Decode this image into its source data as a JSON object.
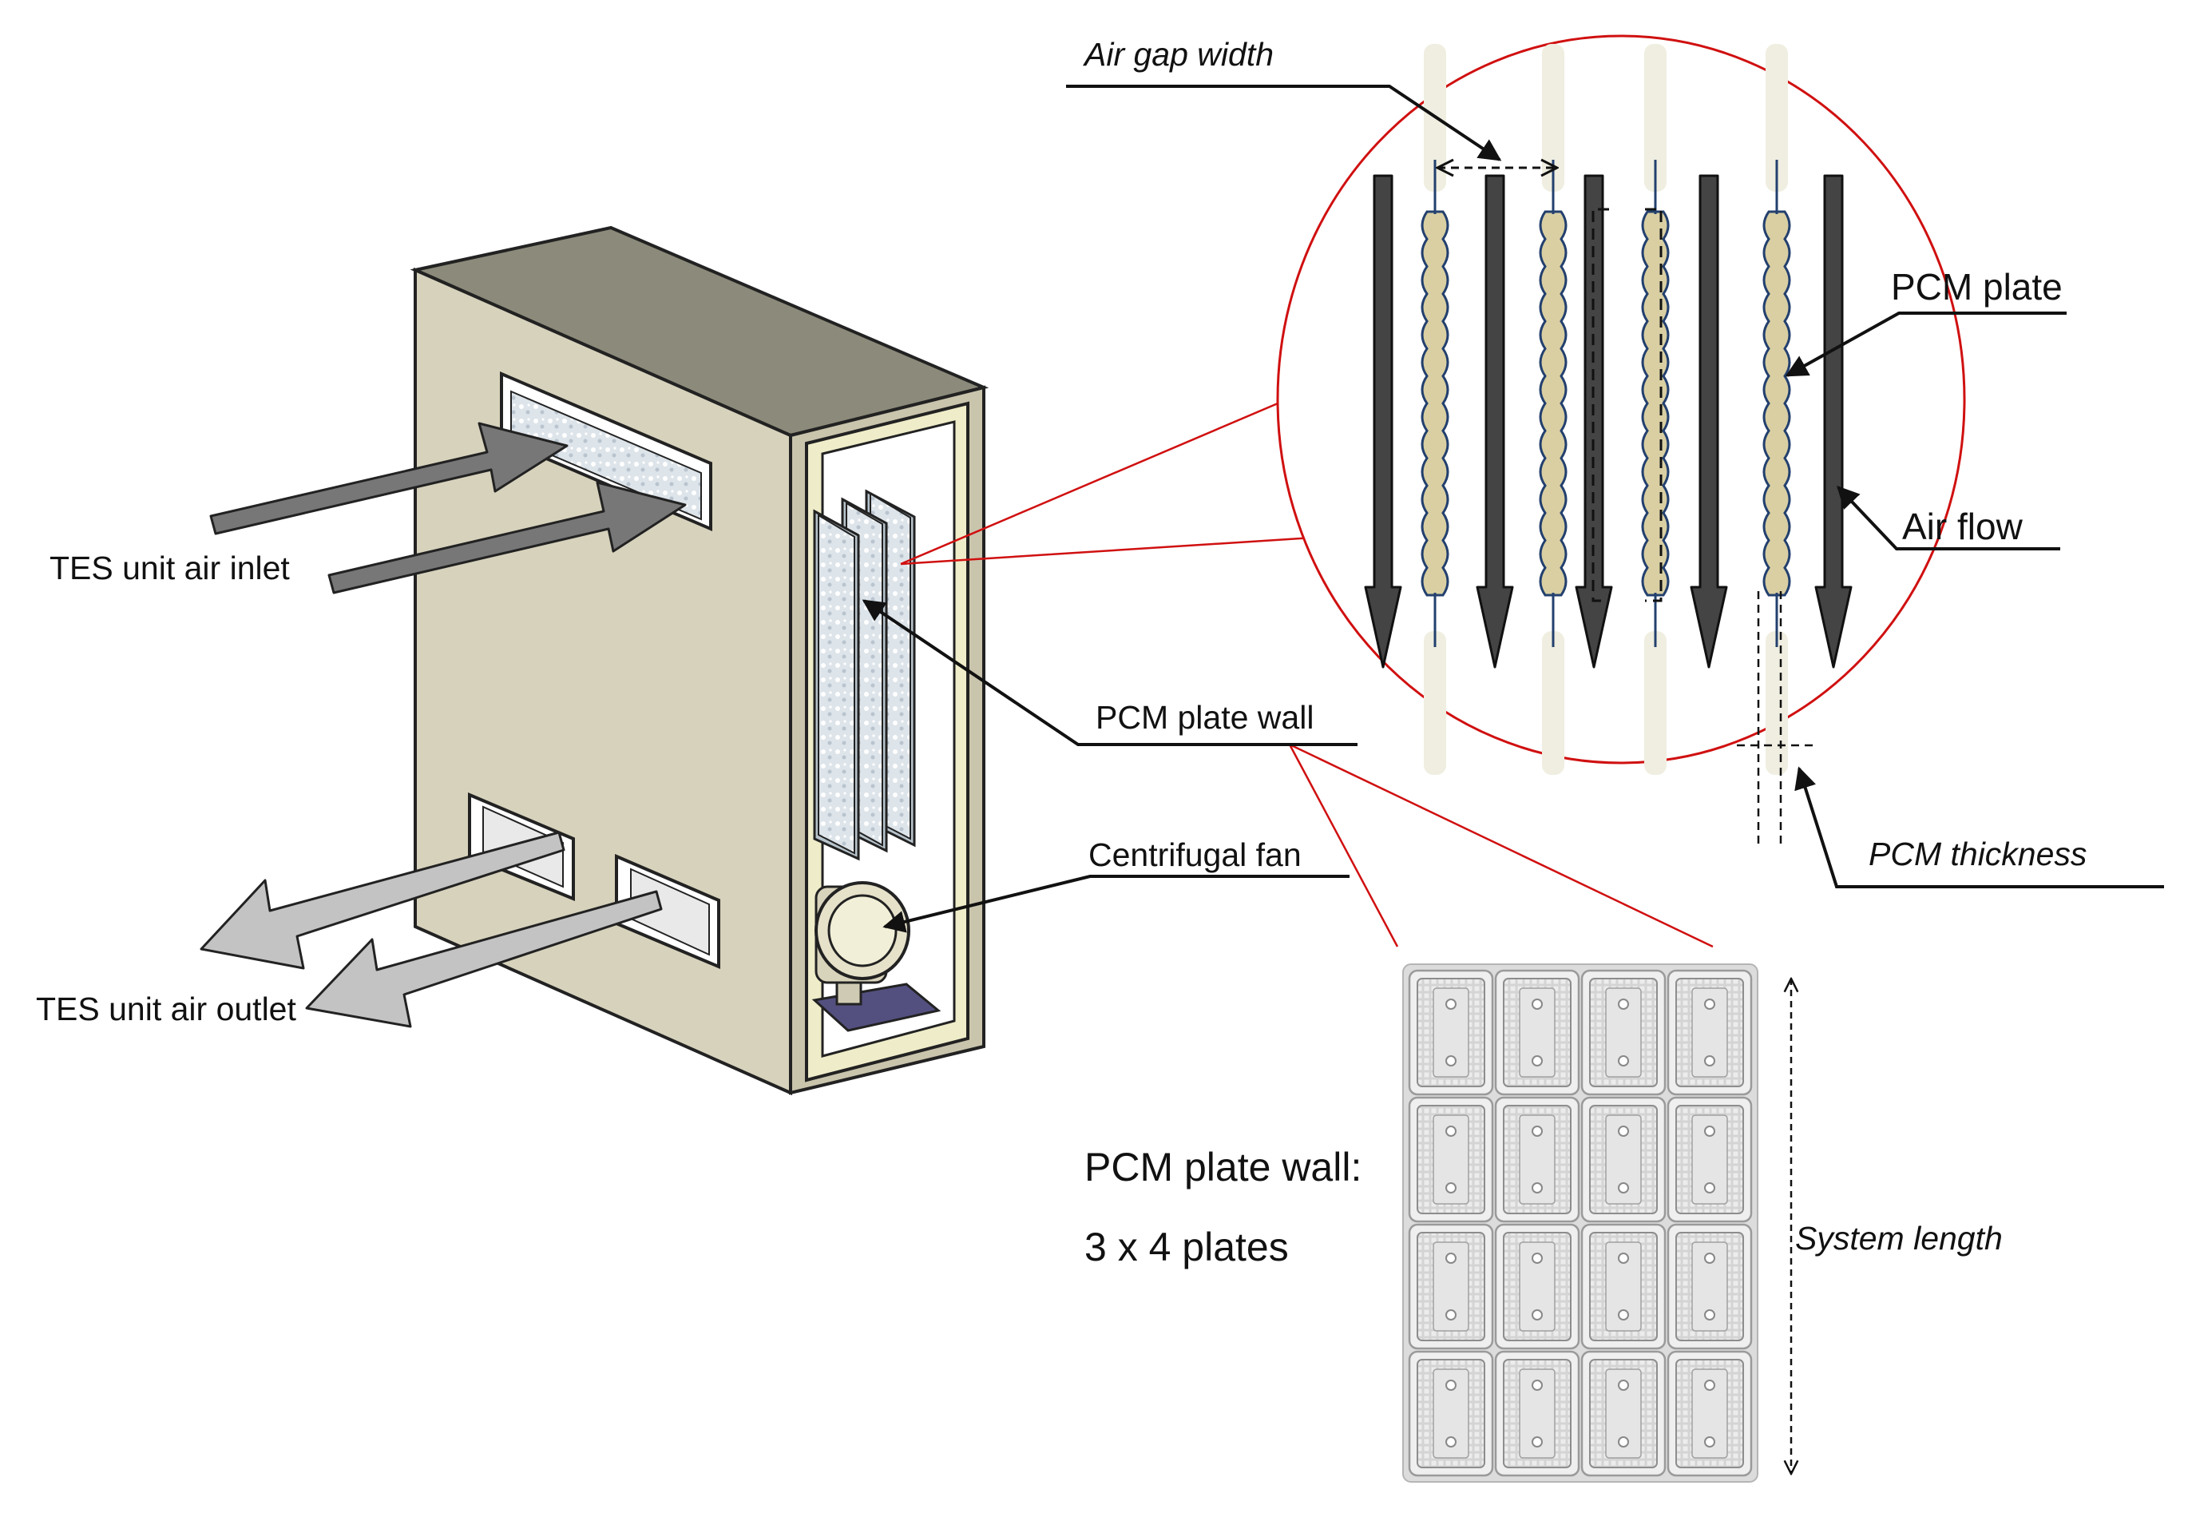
{
  "labels": {
    "air_gap_width": "Air gap width",
    "pcm_plate": "PCM plate",
    "air_flow": "Air flow",
    "tes_inlet": "TES unit air inlet",
    "tes_outlet": "TES unit air outlet",
    "pcm_plate_wall": "PCM plate wall",
    "centrifugal_fan": "Centrifugal fan",
    "pcm_thickness": "PCM thickness",
    "wall_title": "PCM plate wall:",
    "wall_count": "3 x 4 plates",
    "system_length": "System length"
  },
  "grid": {
    "rows": 4,
    "cols": 4
  },
  "colors": {
    "box_front": "#d7d2bc",
    "box_side": "#bdb8a1",
    "box_top": "#8c8a7a",
    "frame": "#efecc9",
    "inlet_arrow": "#777777",
    "outlet_arrow": "#c3c3c3",
    "pcm_fill": "#d9cfa3",
    "airflow_arrow": "#444444",
    "callout_red": "#d01010",
    "fan_base": "#535080"
  }
}
